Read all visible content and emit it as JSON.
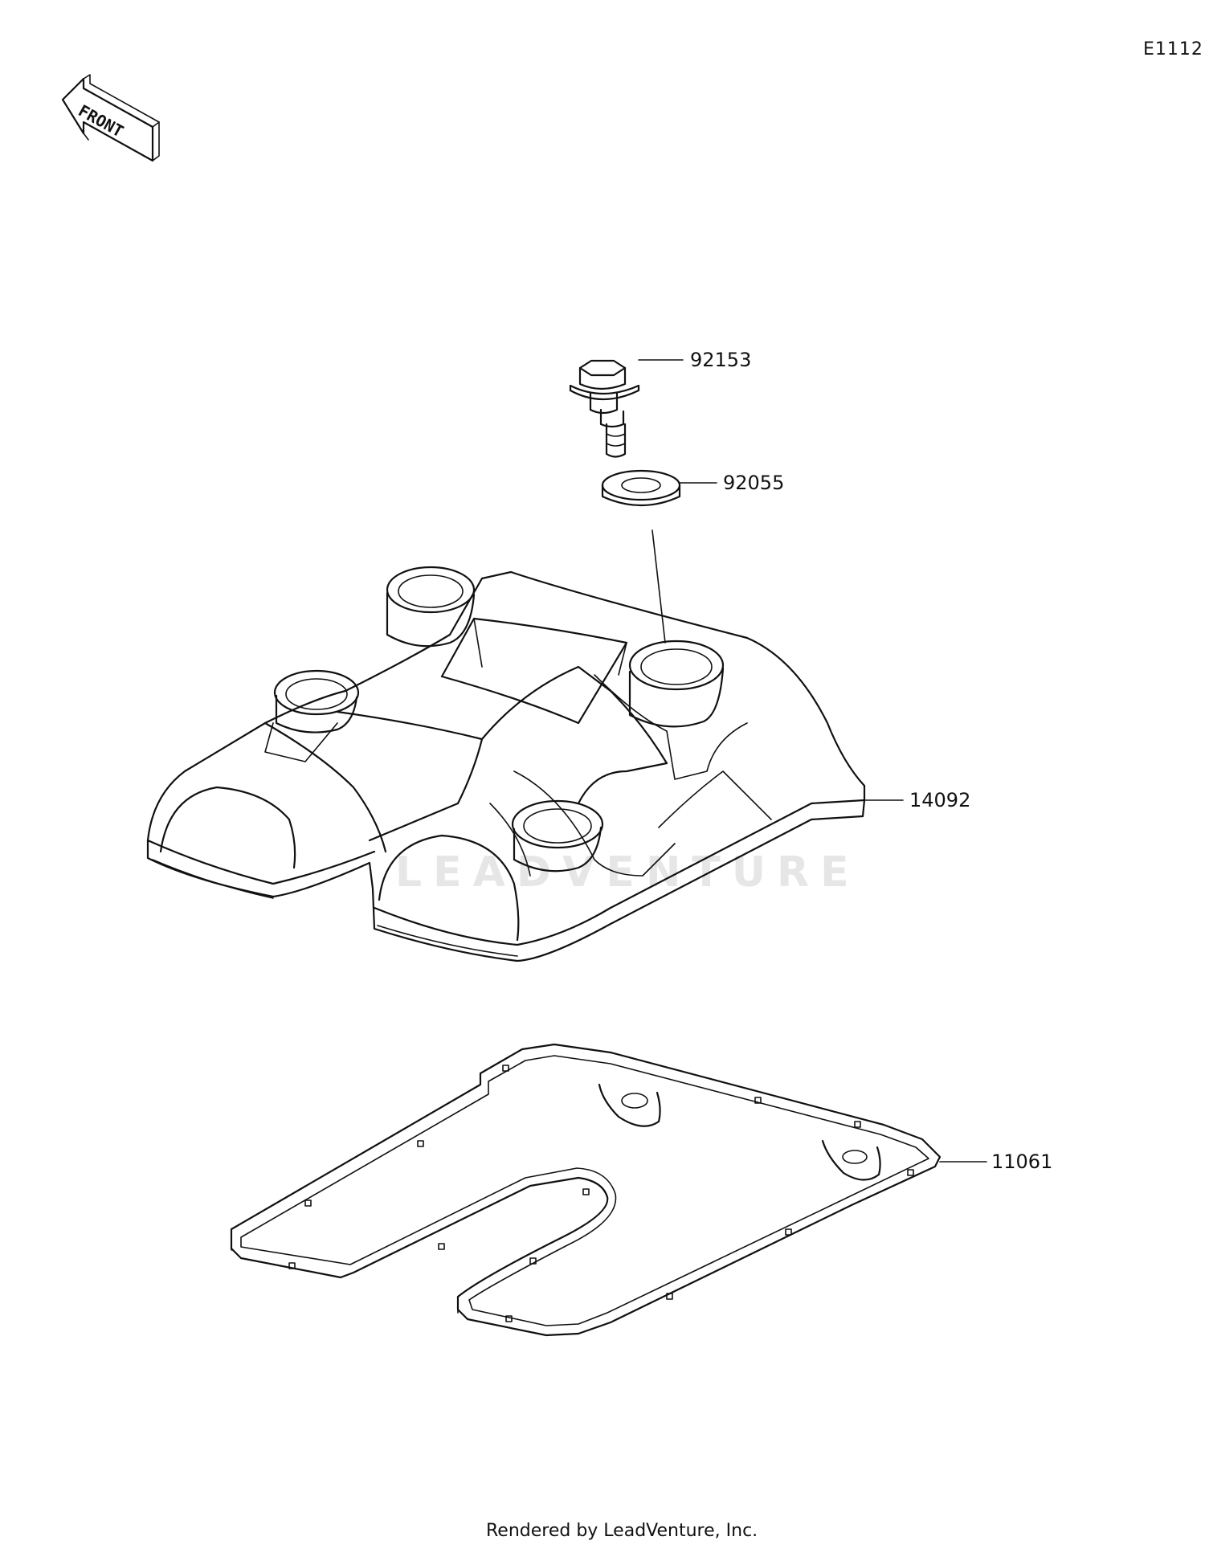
{
  "diagram_code": "E1112",
  "front_label": "FRONT",
  "watermark": "LEADVENTURE",
  "parts": [
    {
      "number": "92153",
      "description_icon": "flange-bolt-icon"
    },
    {
      "number": "92055",
      "description_icon": "seal-washer-icon"
    },
    {
      "number": "14092",
      "description_icon": "cylinder-head-cover-icon"
    },
    {
      "number": "11061",
      "description_icon": "head-cover-gasket-icon"
    }
  ],
  "footer": "Rendered by LeadVenture, Inc."
}
